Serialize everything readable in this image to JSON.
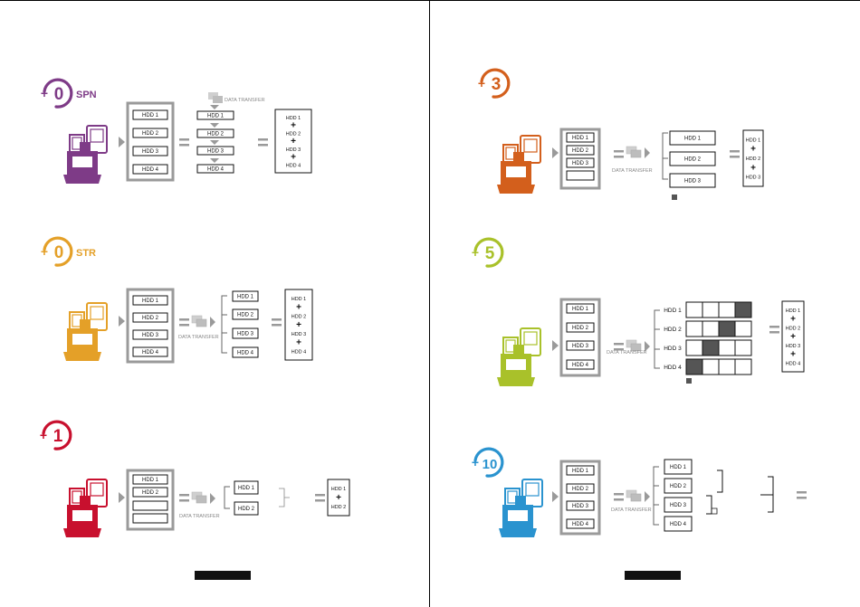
{
  "colors": {
    "spn": "#7e3b87",
    "str": "#e4a028",
    "raid1": "#c8102e",
    "raid3": "#d35f1c",
    "raid5": "#a9c12a",
    "raid10": "#2a93cf",
    "gray": "#9a9a9a",
    "parity": "#555555"
  },
  "icons": {
    "spn": {
      "symbol": "+",
      "number": "0",
      "suffix": "SPN"
    },
    "str": {
      "symbol": "+",
      "number": "0",
      "suffix": "STR"
    },
    "raid1": {
      "symbol": "+",
      "number": "1",
      "suffix": ""
    },
    "raid3": {
      "symbol": "+",
      "number": "3",
      "suffix": ""
    },
    "raid5": {
      "symbol": "+",
      "number": "5",
      "suffix": ""
    },
    "raid10": {
      "symbol": "+",
      "number": "10",
      "suffix": ""
    }
  },
  "labels": {
    "data_transfer": "DATA TRANSFER",
    "equals": "=",
    "plus": "+",
    "hdd1": "HDD 1",
    "hdd2": "HDD 2",
    "hdd3": "HDD 3",
    "hdd4": "HDD 4"
  },
  "raid5_parity_rows": [
    3,
    2,
    1,
    0
  ]
}
